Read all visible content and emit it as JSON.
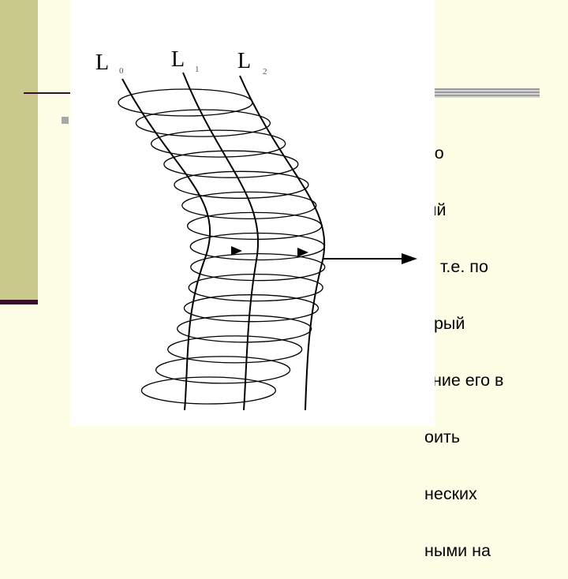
{
  "slide_text": {
    "lines": [
      "ло",
      "ый",
      "й, т.е. по",
      "орый",
      "ение его в",
      "оить",
      "неских",
      "ными на"
    ]
  },
  "diagram": {
    "labels": [
      {
        "main": "L",
        "sub": "0"
      },
      {
        "main": "L",
        "sub": "1"
      },
      {
        "main": "L",
        "sub": "2"
      }
    ],
    "coil_turns": 15
  }
}
